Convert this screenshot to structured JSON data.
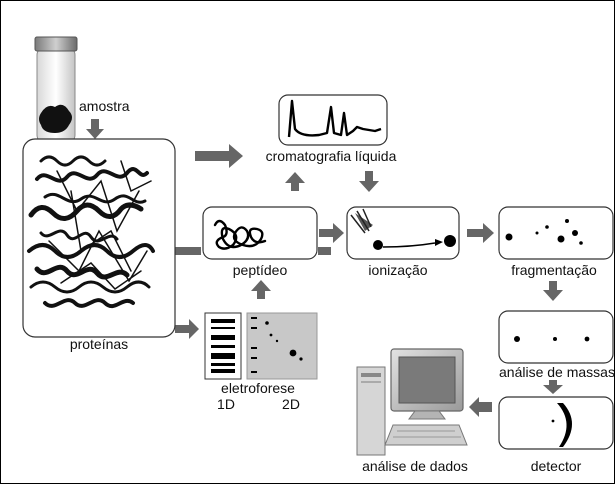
{
  "labels": {
    "sample": "amostra",
    "proteins": "proteínas",
    "chromatography": "cromatografia líquida",
    "peptide": "peptídeo",
    "ionization": "ionização",
    "fragmentation": "fragmentação",
    "mass_analysis": "análise de massas",
    "electrophoresis": "eletroforese",
    "one_d": "1D",
    "two_d": "2D",
    "detector": "detector",
    "data_analysis": "análise de dados"
  },
  "icons": [
    "sample-tube-icon",
    "protein-structure-icon",
    "chromatogram-icon",
    "peptide-chain-icon",
    "ionization-spray-icon",
    "fragment-dots-icon",
    "mass-dots-icon",
    "gel-1d-icon",
    "gel-2d-icon",
    "detector-icon",
    "computer-icon"
  ],
  "colors": {
    "arrow": "#666666",
    "box_border": "#333333",
    "box_fill": "#ffffff",
    "gel_2d": "#c8c8c8"
  }
}
